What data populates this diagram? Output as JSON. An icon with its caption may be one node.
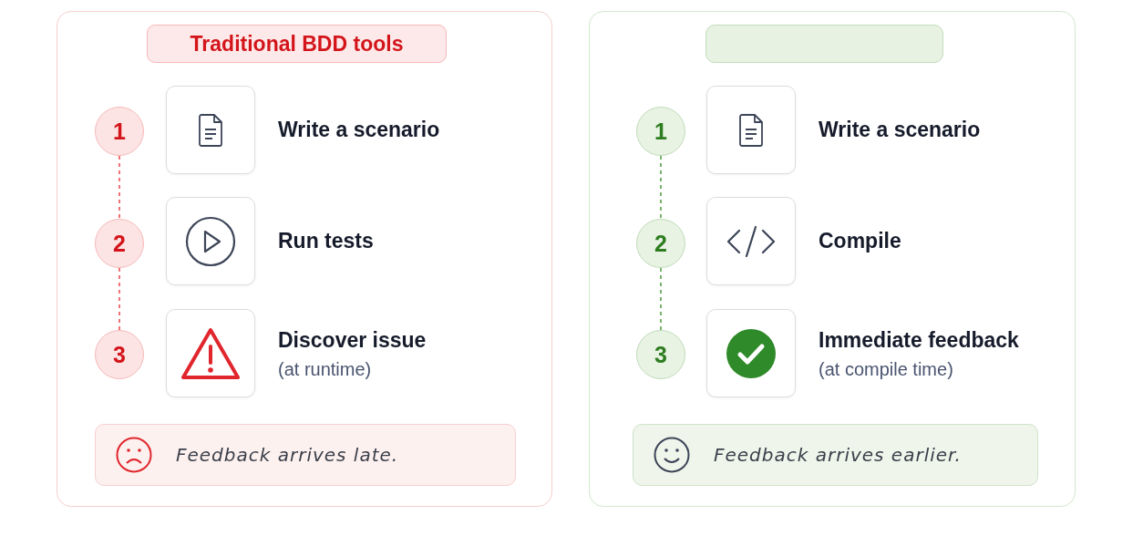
{
  "diagram": {
    "nodes": [
      {
        "text": [],
        "shape": "box"
      },
      {
        "text": [
          "Traditional BDD tools"
        ],
        "in": 0
      },
      {
        "text": [
          "1"
        ],
        "in": 0
      },
      {
        "text": [],
        "shape": "box",
        "in": 0,
        "beside": [
          "Write a scenario"
        ]
      },
      {
        "text": [
          "2"
        ],
        "in": 0
      },
      {
        "text": [],
        "shape": "box",
        "in": 0,
        "beside": [
          "Run tests"
        ]
      },
      {
        "text": [
          "3"
        ],
        "in": 0
      },
      {
        "text": [],
        "shape": "box",
        "in": 0,
        "beside": [
          "Discover issue",
          "(at runtime)"
        ]
      },
      {
        "text": [
          "Feedback arrives late."
        ],
        "in": 0
      },
      {
        "text": [],
        "shape": "box"
      },
      {
        "text": [],
        "shape": "box",
        "in": 9
      },
      {
        "text": [
          "1"
        ],
        "in": 9
      },
      {
        "text": [],
        "shape": "box",
        "in": 9,
        "beside": [
          "Write a scenario"
        ]
      },
      {
        "text": [
          "2"
        ],
        "in": 9
      },
      {
        "text": [],
        "shape": "box",
        "in": 9,
        "beside": [
          "Compile"
        ]
      },
      {
        "text": [
          "3"
        ],
        "in": 9
      },
      {
        "text": [],
        "shape": "box",
        "in": 9,
        "beside": [
          "Immediate feedback",
          "(at compile time)"
        ]
      },
      {
        "text": [
          "Feedback arrives earlier."
        ],
        "in": 9
      }
    ],
    "edges": [
      {
        "from": 2,
        "to": 4,
        "arrow": "none",
        "style": "dashed",
        "color": "#e8454a"
      },
      {
        "from": 4,
        "to": 6,
        "arrow": "none",
        "style": "dashed",
        "color": "#e8454a"
      },
      {
        "from": 11,
        "to": 13,
        "arrow": "none",
        "style": "dashed",
        "color": "#4c9a3e"
      },
      {
        "from": 13,
        "to": 15,
        "arrow": "none",
        "style": "dashed",
        "color": "#4c9a3e"
      }
    ]
  }
}
